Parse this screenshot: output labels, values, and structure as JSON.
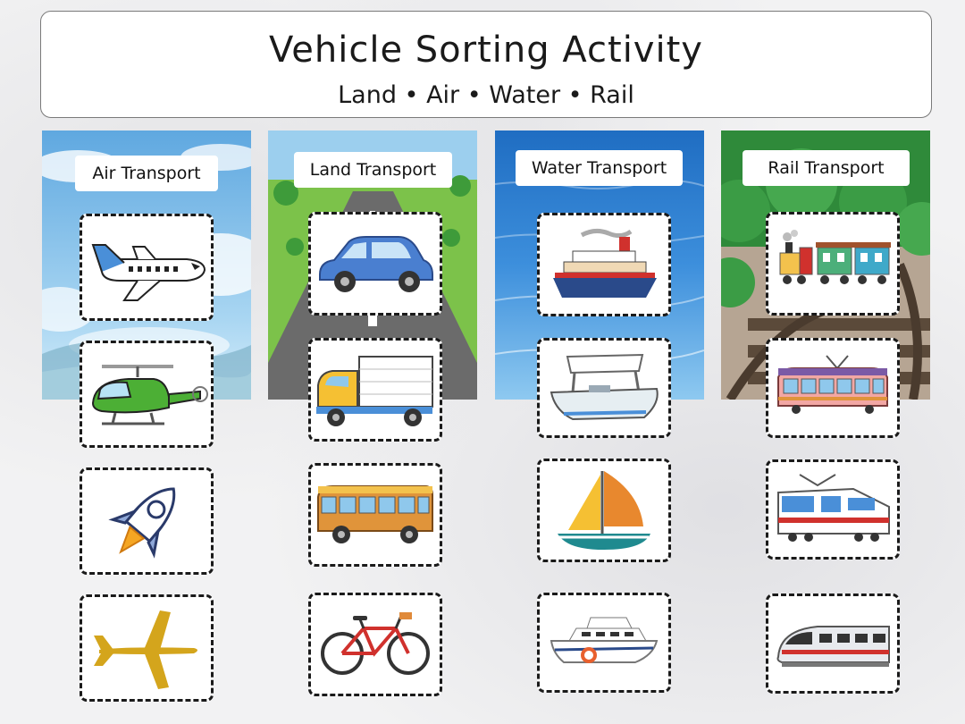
{
  "header": {
    "title": "Vehicle Sorting Activity",
    "subtitle": "Land • Air • Water • Rail"
  },
  "categories": [
    {
      "id": "air",
      "label": "Air Transport"
    },
    {
      "id": "land",
      "label": "Land Transport"
    },
    {
      "id": "water",
      "label": "Water Transport"
    },
    {
      "id": "rail",
      "label": "Rail Transport"
    }
  ],
  "cards": {
    "air": [
      "airplane-icon",
      "helicopter-icon",
      "rocket-icon",
      "plane-silhouette-icon"
    ],
    "land": [
      "car-icon",
      "truck-icon",
      "bus-icon",
      "bicycle-icon"
    ],
    "water": [
      "ship-icon",
      "motorboat-icon",
      "sailboat-icon",
      "yacht-icon"
    ],
    "rail": [
      "steam-train-icon",
      "tram-icon",
      "electric-train-icon",
      "bullet-train-icon"
    ]
  },
  "colors": {
    "sky": "#8fc6ec",
    "grass": "#7cc24a",
    "road": "#6b6b6b",
    "water": "#2f7fd0",
    "forest": "#2f8a3a",
    "card_border": "#1a1a1a"
  }
}
